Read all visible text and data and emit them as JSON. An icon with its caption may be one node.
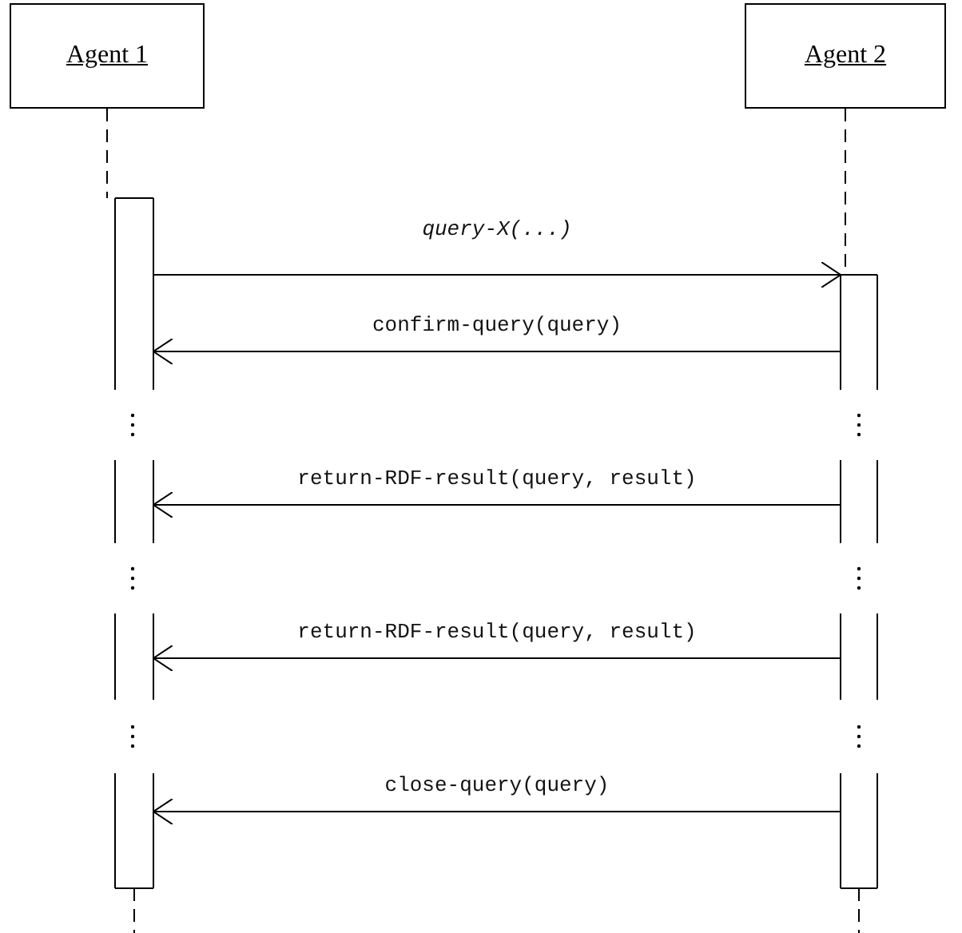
{
  "diagram": {
    "nodes": [
      {
        "text": [
          "Agent 1"
        ]
      },
      {
        "text": [
          "Agent 2"
        ]
      },
      {
        "text": [],
        "shape": "bar"
      },
      {
        "text": [],
        "shape": "bar"
      }
    ],
    "edges": [
      {
        "from": 0,
        "to": 2,
        "arrow": "none",
        "style": "dashed"
      },
      {
        "from": 1,
        "to": 3,
        "arrow": "none",
        "style": "dashed"
      },
      {
        "from": 2,
        "to": 3,
        "arrow": "to",
        "label": "query-X(...)"
      },
      {
        "from": 3,
        "to": 2,
        "arrow": "to",
        "label": "confirm-query(query)"
      },
      {
        "from": 3,
        "to": 2,
        "arrow": "to",
        "label": "return-RDF-result(query, result)"
      },
      {
        "from": 3,
        "to": 2,
        "arrow": "to",
        "label": "return-RDF-result(query, result)"
      },
      {
        "from": 3,
        "to": 2,
        "arrow": "to",
        "label": "close-query(query)"
      }
    ]
  }
}
